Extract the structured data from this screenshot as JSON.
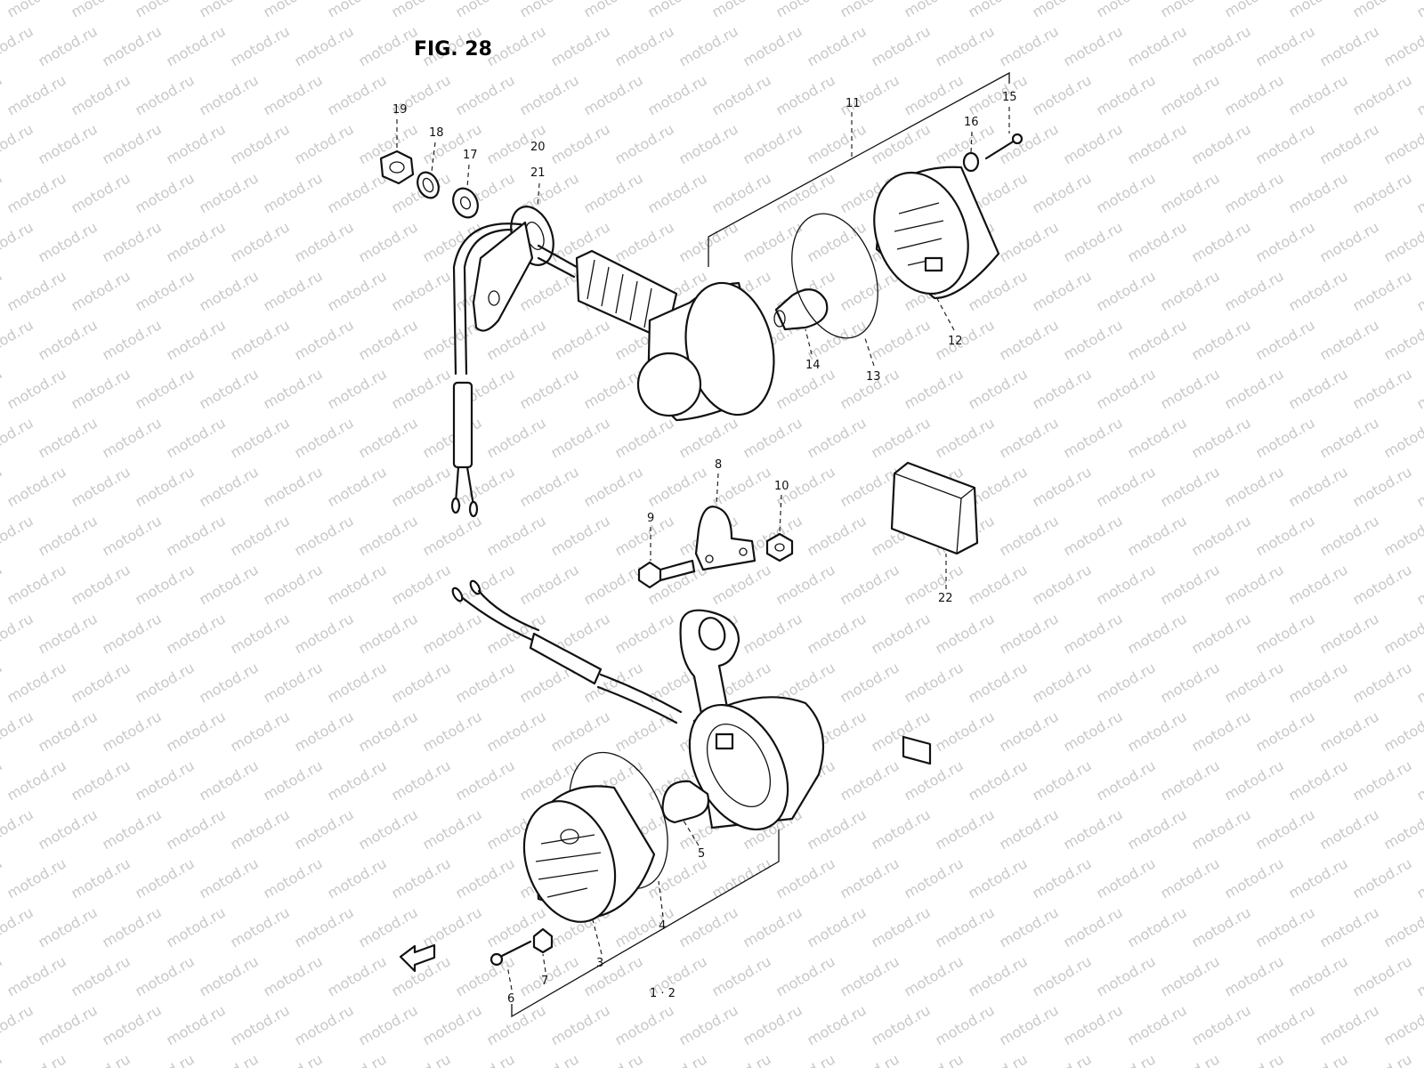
{
  "figure": {
    "title": "FIG. 28",
    "watermark": "motod.ru"
  },
  "callouts": [
    {
      "id": "19",
      "text": "19"
    },
    {
      "id": "18",
      "text": "18"
    },
    {
      "id": "17",
      "text": "17"
    },
    {
      "id": "20",
      "text": "20"
    },
    {
      "id": "21",
      "text": "21"
    },
    {
      "id": "11",
      "text": "11"
    },
    {
      "id": "16",
      "text": "16"
    },
    {
      "id": "15",
      "text": "15"
    },
    {
      "id": "14",
      "text": "14"
    },
    {
      "id": "13",
      "text": "13"
    },
    {
      "id": "12",
      "text": "12"
    },
    {
      "id": "8",
      "text": "8"
    },
    {
      "id": "9",
      "text": "9"
    },
    {
      "id": "10",
      "text": "10"
    },
    {
      "id": "22",
      "text": "22"
    },
    {
      "id": "5",
      "text": "5"
    },
    {
      "id": "4",
      "text": "4"
    },
    {
      "id": "3",
      "text": "3"
    },
    {
      "id": "7",
      "text": "7"
    },
    {
      "id": "6",
      "text": "6"
    },
    {
      "id": "1-2",
      "text": "1 · 2"
    }
  ]
}
